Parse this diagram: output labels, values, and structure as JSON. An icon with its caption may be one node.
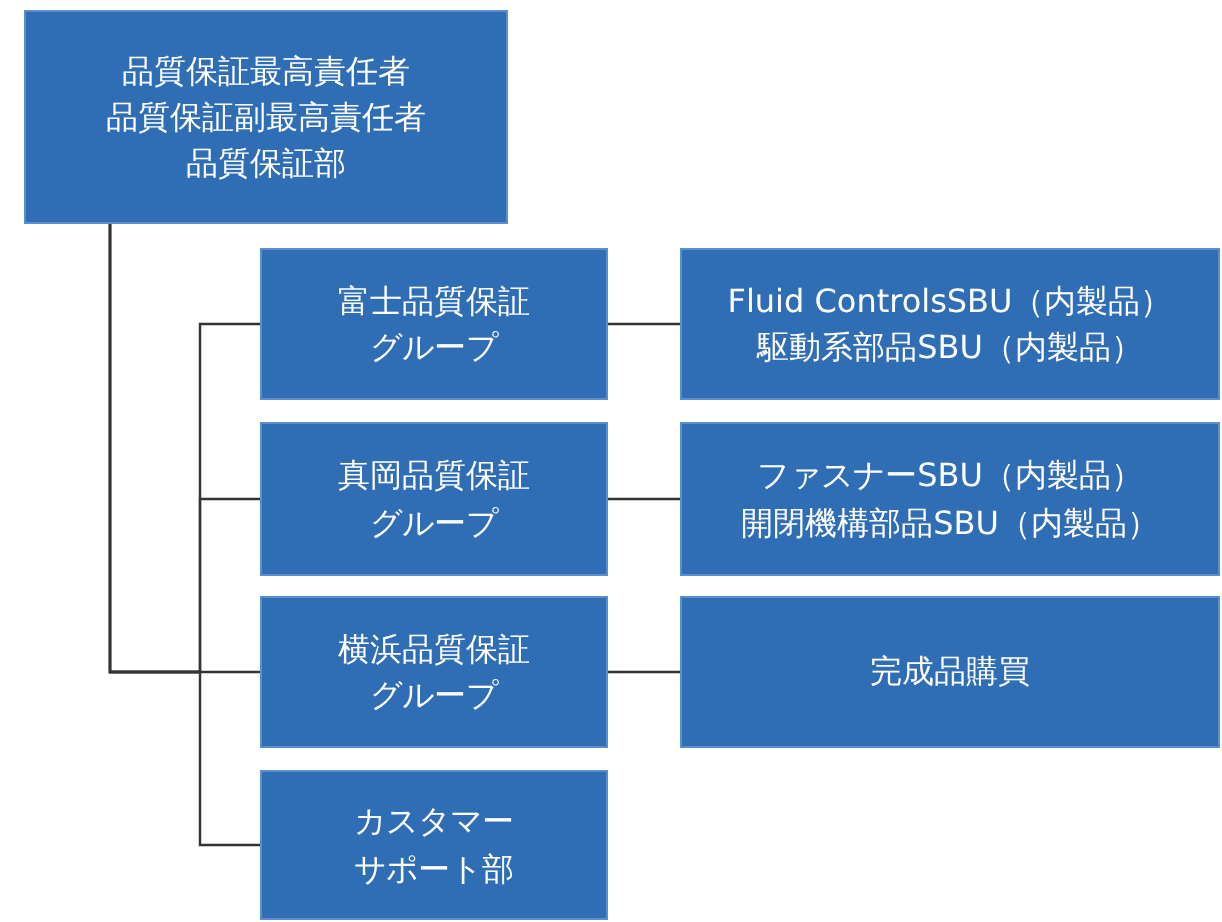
{
  "diagram": {
    "nodes": [
      {
        "text": [
          "品質保証最高責任者",
          "品質保証副最高責任者",
          "品質保証部"
        ]
      },
      {
        "text": [
          "富士品質保証グループ"
        ]
      },
      {
        "text": [
          "Fluid ControlsSBU（内製品）",
          "駆動系部品SBU（内製品）"
        ]
      },
      {
        "text": [
          "真岡品質保証グループ"
        ]
      },
      {
        "text": [
          "ファスナーSBU（内製品）",
          "開閉機構部品SBU（内製品）"
        ]
      },
      {
        "text": [
          "横浜品質保証グループ"
        ]
      },
      {
        "text": [
          "完成品購買"
        ]
      },
      {
        "text": [
          "カスタマーサポート部"
        ]
      }
    ],
    "edges": [
      {
        "from": 0,
        "to": 1,
        "arrow": "none"
      },
      {
        "from": 0,
        "to": 3,
        "arrow": "none"
      },
      {
        "from": 0,
        "to": 5,
        "arrow": "none"
      },
      {
        "from": 0,
        "to": 7,
        "arrow": "none"
      },
      {
        "from": 1,
        "to": 2,
        "arrow": "none"
      },
      {
        "from": 3,
        "to": 4,
        "arrow": "none"
      },
      {
        "from": 5,
        "to": 6,
        "arrow": "none"
      }
    ]
  }
}
